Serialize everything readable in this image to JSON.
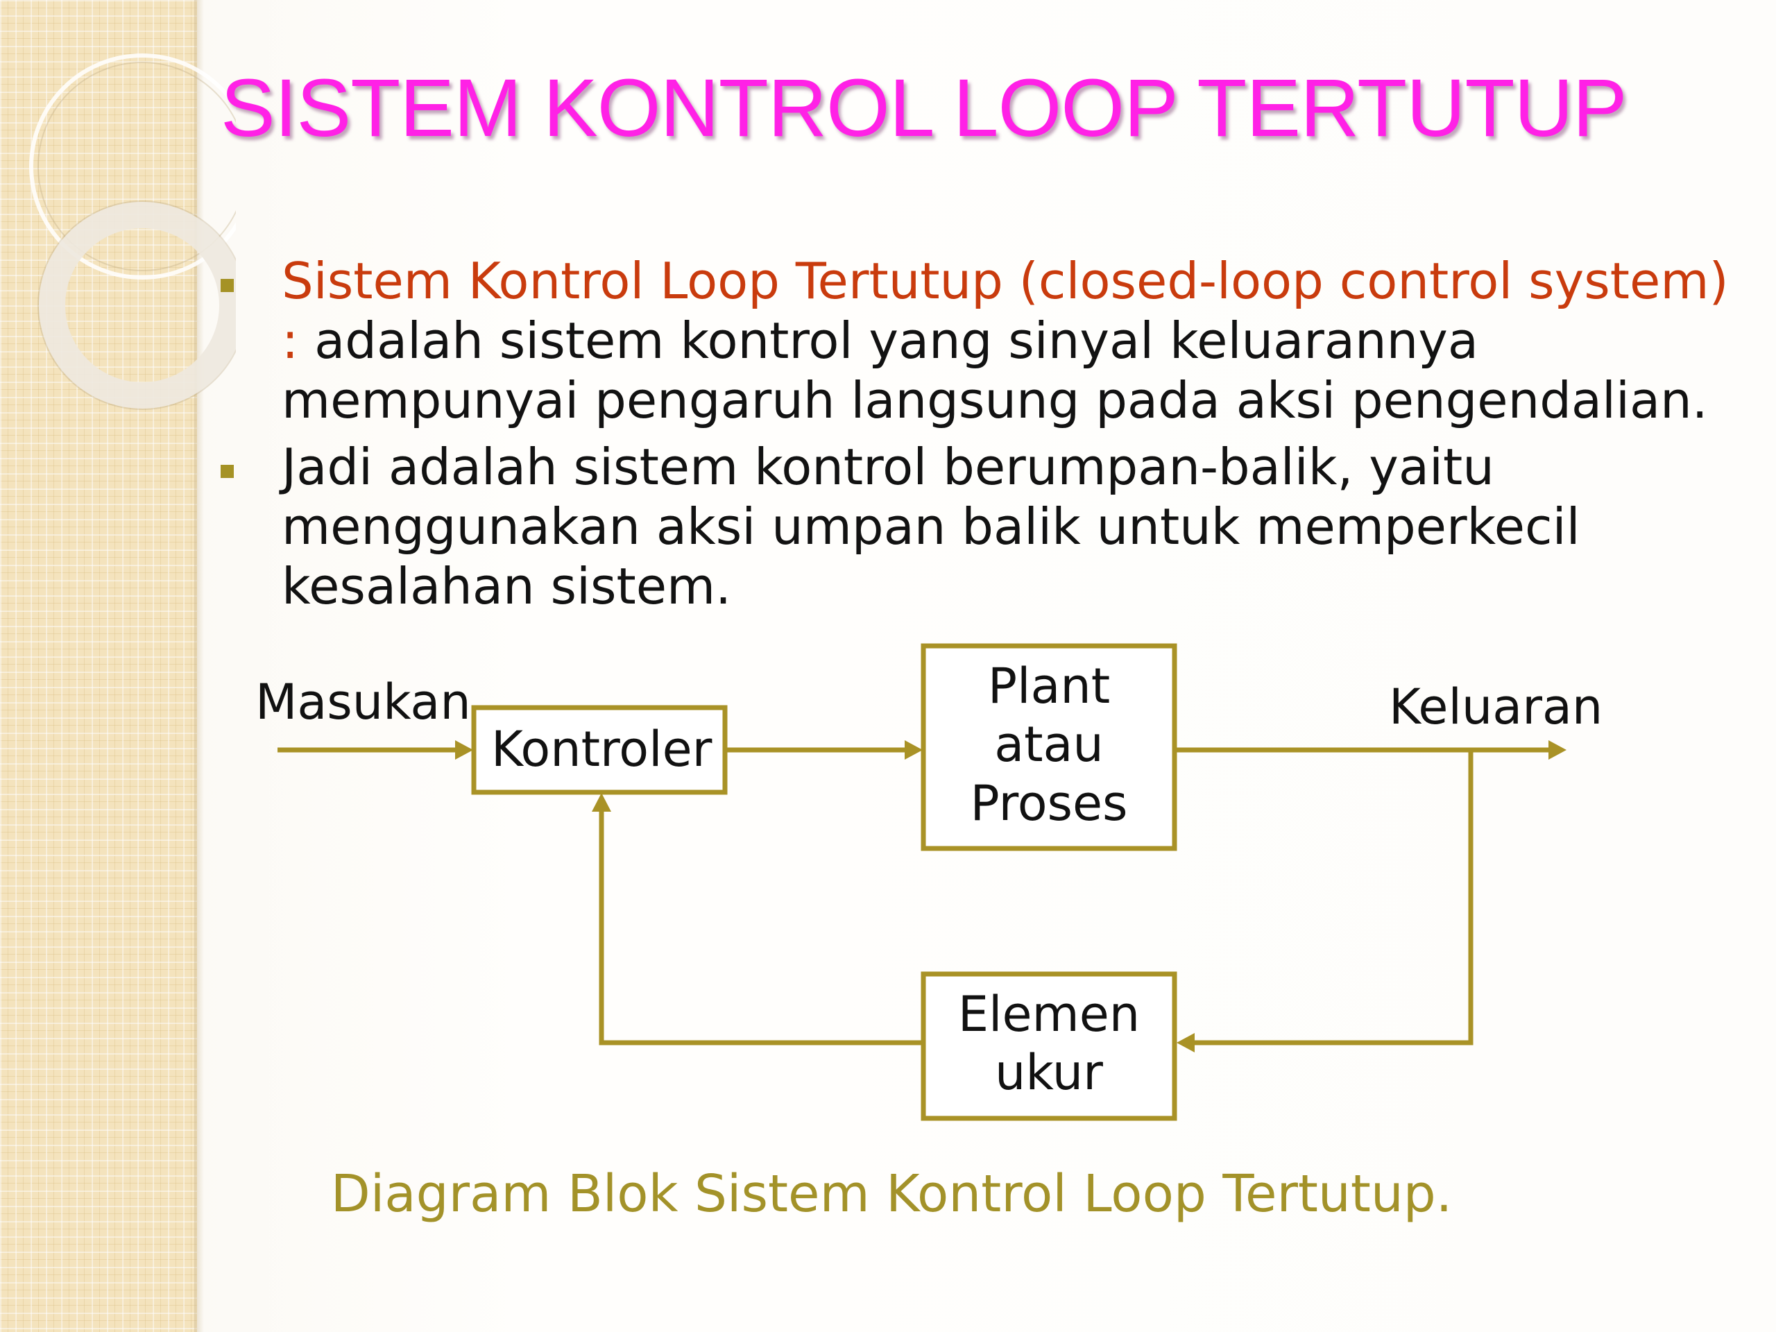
{
  "slide": {
    "title": "SISTEM KONTROL LOOP TERTUTUP",
    "bullets": [
      {
        "highlight": "Sistem Kontrol Loop Tertutup (closed-loop control system) :",
        "text": "adalah sistem kontrol yang sinyal keluarannya mempunyai pengaruh langsung pada aksi pengendalian."
      },
      {
        "highlight": "",
        "text": "Jadi adalah sistem kontrol berumpan-balik, yaitu menggunakan aksi umpan balik untuk memperkecil kesalahan sistem."
      }
    ],
    "caption": "Diagram Blok Sistem Kontrol Loop Tertutup."
  },
  "diagram": {
    "input_label": "Masukan",
    "output_label": "Keluaran",
    "controller": {
      "label": "Kontroler"
    },
    "plant": {
      "lines": [
        "Plant",
        "atau",
        "Proses"
      ]
    },
    "sensor": {
      "lines": [
        "Elemen",
        "ukur"
      ]
    }
  },
  "colors": {
    "title": "#ff21e6",
    "highlight": "#c93b0d",
    "diagram_accent": "#a99226",
    "caption": "#a39229",
    "body_text": "#121212"
  },
  "icons": {
    "bullet": "square-bullet-icon"
  }
}
